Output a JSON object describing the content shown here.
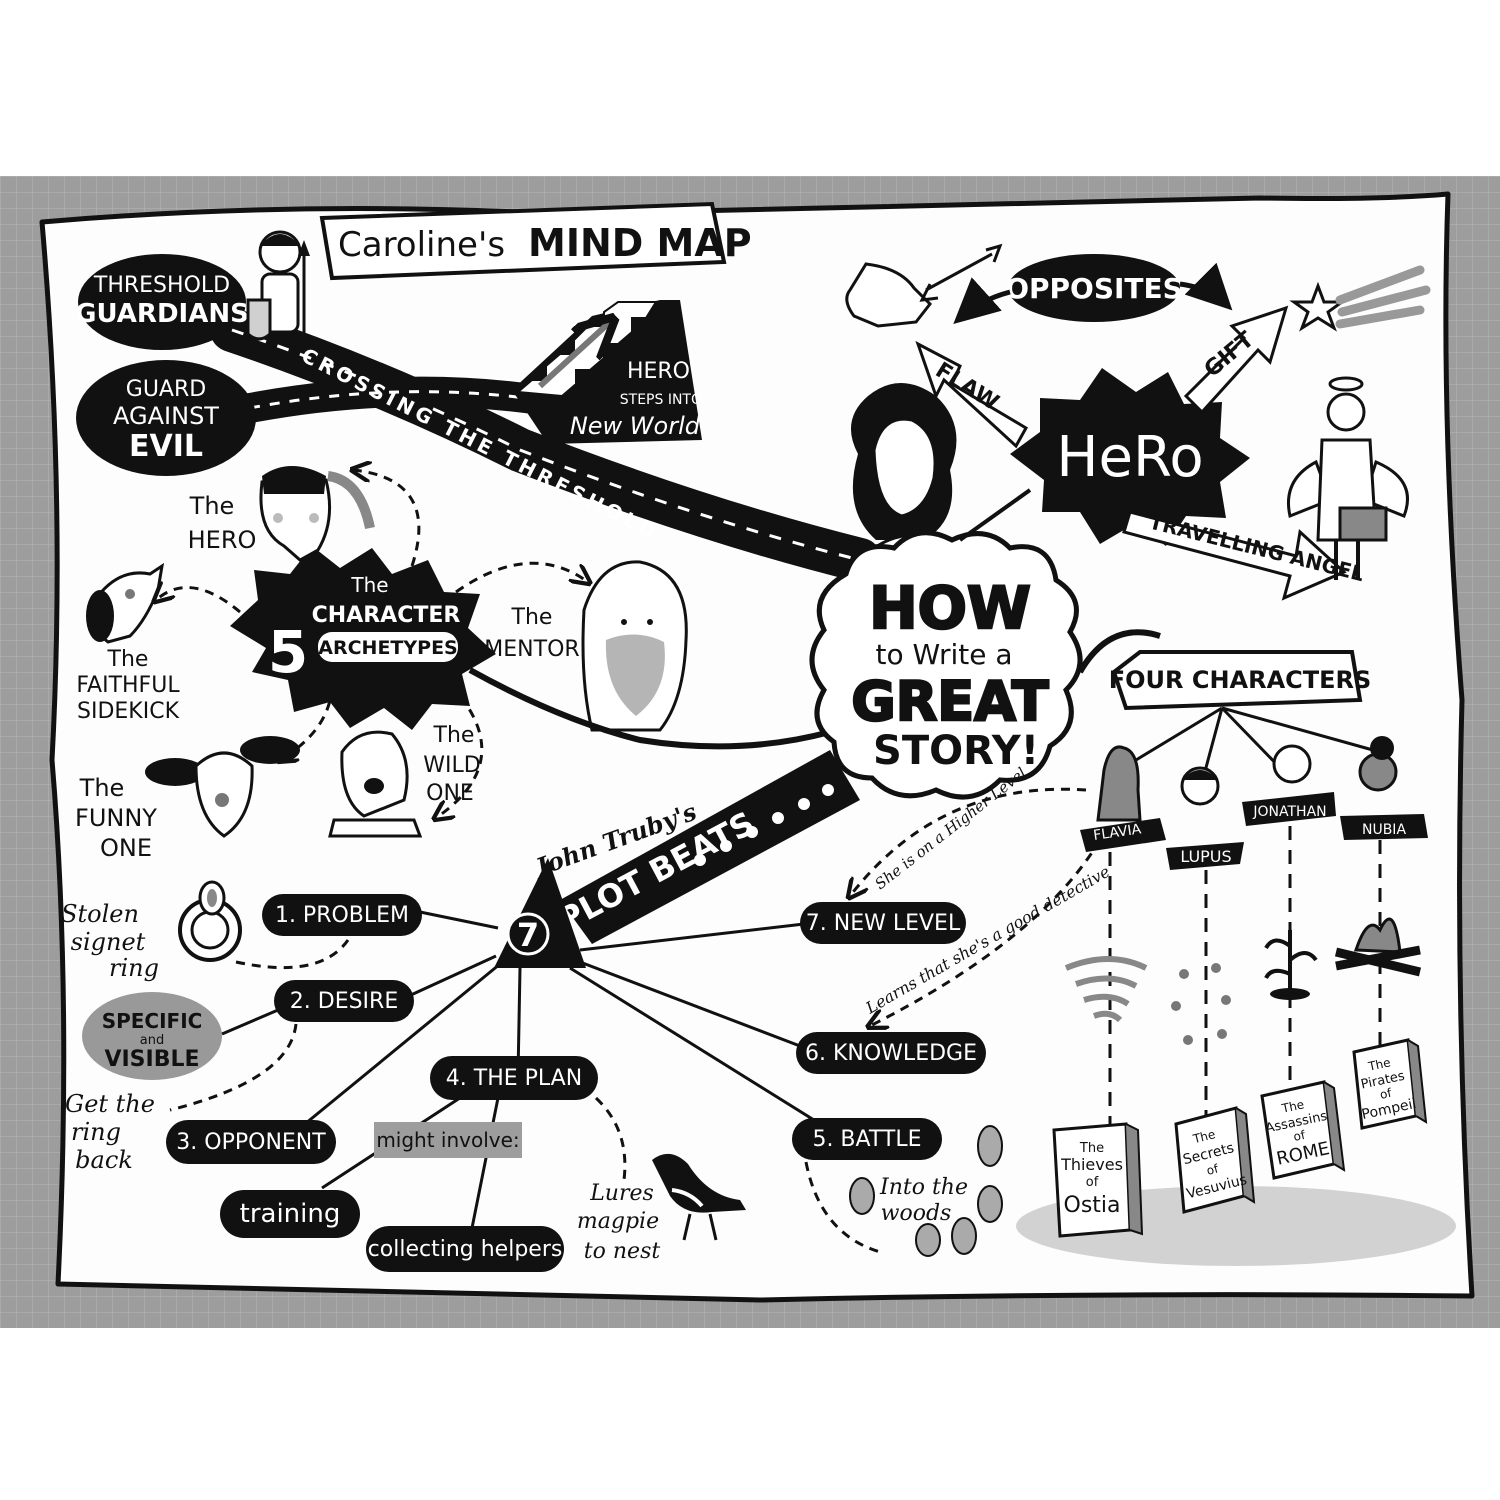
{
  "title": {
    "pre": "Caroline's",
    "main": "MIND MAP"
  },
  "center": {
    "line1": "HOW",
    "line2": "to Write a",
    "line3": "GREAT",
    "line4": "STORY!"
  },
  "hero_hub": {
    "label": "HeRo",
    "opposites": "OPPOSITES",
    "flaw": "FLAW",
    "gift": "GIFT",
    "angel": "TRAVELLING ANGEL"
  },
  "threshold": {
    "guardians_1": "THRESHOLD",
    "guardians_2": "GUARDIANS",
    "guard_1": "GUARD",
    "guard_2": "AGAINST",
    "guard_3": "EVIL",
    "road": "CROSSING THE THRESHOLD",
    "steps_1": "HERO",
    "steps_2": "STEPS INTO",
    "steps_3": "New World"
  },
  "archetypes": {
    "hub_1": "The",
    "hub_num": "5",
    "hub_2": "CHARACTER",
    "hub_3": "ARCHETYPES",
    "hero_1": "The",
    "hero_2": "HERO",
    "mentor_1": "The",
    "mentor_2": "MENTOR",
    "sidekick_1": "The",
    "sidekick_2": "FAITHFUL",
    "sidekick_3": "SIDEKICK",
    "funny_1": "The",
    "funny_2": "FUNNY",
    "funny_3": "ONE",
    "wild_1": "The",
    "wild_2": "WILD",
    "wild_3": "ONE"
  },
  "plot": {
    "author": "John Truby's",
    "num": "7",
    "label": "PLOT BEATS",
    "beats": [
      "1. PROBLEM",
      "2. DESIRE",
      "3. OPPONENT",
      "4. THE PLAN",
      "5. BATTLE",
      "6. KNOWLEDGE",
      "7. NEW LEVEL"
    ],
    "problem_note_1": "Stolen",
    "problem_note_2": "signet",
    "problem_note_3": "ring",
    "desire_box_1": "SPECIFIC",
    "desire_box_2": "and",
    "desire_box_3": "VISIBLE",
    "desire_note_1": "Get the",
    "desire_note_2": "ring",
    "desire_note_3": "back",
    "plan_note": "might involve:",
    "plan_a": "training",
    "plan_b": "collecting helpers",
    "magpie_1": "Lures",
    "magpie_2": "magpie",
    "magpie_3": "to nest",
    "battle_1": "Into the",
    "battle_2": "woods",
    "knowledge_note": "Learns that she's a good detective",
    "newlevel_note": "She is on a Higher Level"
  },
  "four": {
    "banner": "FOUR CHARACTERS",
    "names": [
      "FLAVIA",
      "LUPUS",
      "JONATHAN",
      "NUBIA"
    ],
    "book1": [
      "The",
      "Thieves",
      "of",
      "Ostia"
    ],
    "book2": [
      "The",
      "Secrets",
      "of",
      "Vesuvius"
    ],
    "book3": [
      "The",
      "Assassins",
      "of",
      "ROME"
    ],
    "book4": [
      "The",
      "Pirates",
      "of",
      "Pompeii"
    ]
  }
}
